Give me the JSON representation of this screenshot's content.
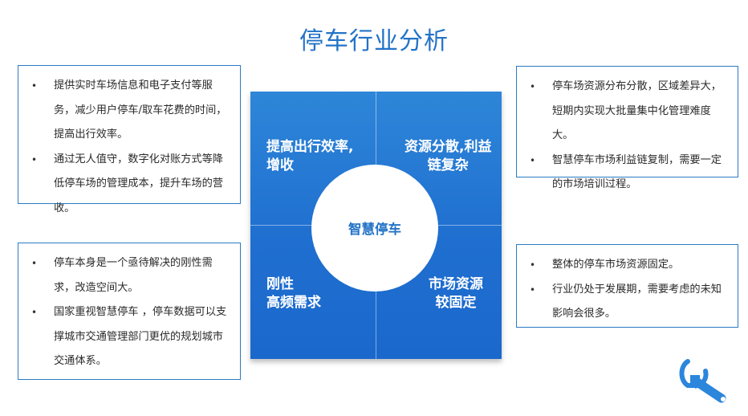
{
  "title": "停车行业分析",
  "quadrants": {
    "top_left": "提高出行效率,\n增收",
    "top_right": "资源分散,利益\n链复杂",
    "bottom_left": "刚性\n高频需求",
    "bottom_right": "市场资源\n较固定"
  },
  "center_label": "智慧停车",
  "boxes": {
    "top_left": [
      "提供实时车场信息和电子支付等服务，减少用户停车/取车花费的时间，提高出行效率。",
      "通过无人值守，数字化对账方式等降低停车场的管理成本，提升车场的营收。"
    ],
    "top_right": [
      "停车场资源分布分散，区域差异大，短期内实现大批量集中化管理难度大。",
      "智慧停车市场利益链复制，需要一定的市场培训过程。"
    ],
    "bottom_left": [
      "停车本身是一个亟待解决的刚性需求，改造空间大。",
      "国家重视智慧停车 ，停车数据可以支撑城市交通管理部门更优的规划城市交通体系。"
    ],
    "bottom_right": [
      "整体的停车市场资源固定。",
      "行业仍处于发展期，需要考虑的未知影响会很多。"
    ]
  },
  "colors": {
    "accent": "#2373c7",
    "matrix_blue": "#1f6fd0",
    "box_border": "#2a7bc4"
  },
  "icons": [
    "wrench-icon"
  ]
}
